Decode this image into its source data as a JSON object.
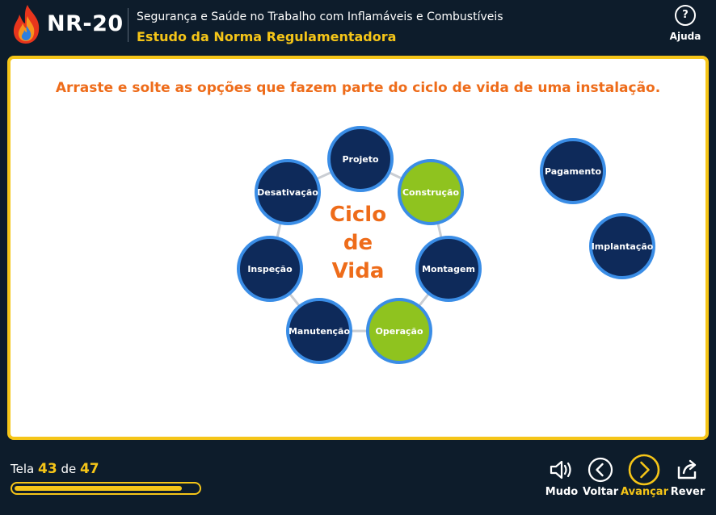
{
  "header": {
    "logo_text": "NR-20",
    "course_title": "Segurança e Saúde no Trabalho com Inflamáveis e Combustíveis",
    "module_title": "Estudo da Norma Regulamentadora",
    "help_label": "Ajuda",
    "help_symbol": "?"
  },
  "activity": {
    "instruction": "Arraste e solte as opções que fazem parte do ciclo de vida de uma instalação.",
    "center_lines": [
      "Ciclo",
      "de",
      "Vida"
    ],
    "cycle_nodes": [
      {
        "label": "Projeto",
        "state": "default"
      },
      {
        "label": "Construção",
        "state": "filled"
      },
      {
        "label": "Montagem",
        "state": "default"
      },
      {
        "label": "Operação",
        "state": "filled"
      },
      {
        "label": "Manutenção",
        "state": "default"
      },
      {
        "label": "Inspeção",
        "state": "default"
      },
      {
        "label": "Desativação",
        "state": "default"
      }
    ],
    "draggable_options": [
      {
        "label": "Pagamento"
      },
      {
        "label": "Implantação"
      }
    ]
  },
  "footer": {
    "screen_prefix": "Tela",
    "screen_current": "43",
    "screen_sep": "de",
    "screen_total": "47",
    "progress": 0.915,
    "buttons": {
      "mute": "Mudo",
      "back": "Voltar",
      "next": "Avançar",
      "replay": "Rever"
    }
  },
  "colors": {
    "accent_yellow": "#f5c518",
    "orange": "#ee6c1a",
    "node_blue": "#0e2a5a",
    "node_border": "#3a8de6",
    "node_green": "#8fc31f",
    "background": "#0d1c2b"
  }
}
